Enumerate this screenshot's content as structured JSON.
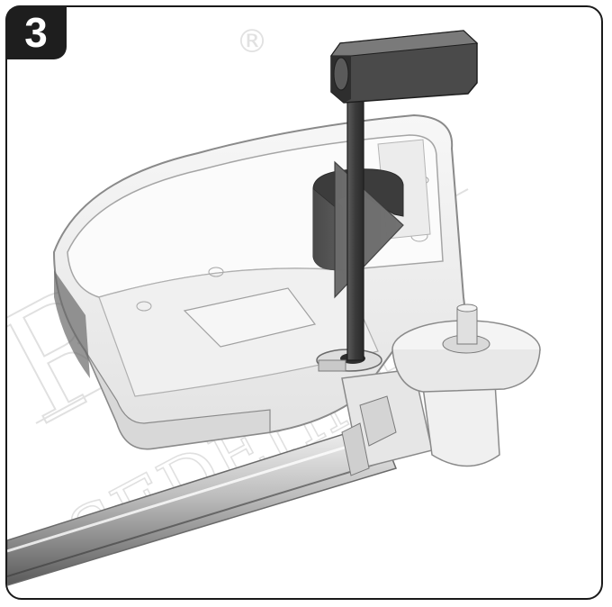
{
  "step": {
    "number": "3"
  },
  "watermark": {
    "brand": "ROPA",
    "registered_mark": "®",
    "subtext": "SEDEHNR"
  },
  "colors": {
    "frame": "#1a1a1a",
    "badge": "#1e1e1e",
    "tool_dark": "#3a3a3a",
    "tool_mid": "#6a6a6a",
    "arrow_fill": "#555555",
    "housing_fill": "#f3f3f3",
    "housing_stroke": "#9a9a9a",
    "watermark": "#c8c8c8"
  },
  "icons": {
    "rotation": "clockwise-rotation-arrow-icon",
    "tool": "hex-key-wrench-icon"
  }
}
